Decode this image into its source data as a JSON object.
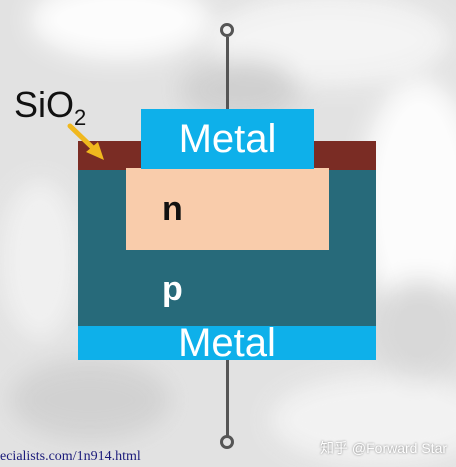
{
  "labels": {
    "top_metal": "Metal",
    "bottom_metal": "Metal",
    "n_region": "n",
    "p_region": "p",
    "oxide_text": "SiO",
    "oxide_subscript": "2"
  },
  "footer": {
    "source_url": "ecialists.com/1n914.html",
    "watermark": "知乎 @Forward Star"
  },
  "colors": {
    "metal": "#0eb0ea",
    "oxide": "#7a2c24",
    "p_region": "#276a7a",
    "n_region": "#f9ccab",
    "arrow": "#f0b81e",
    "wire": "#555555"
  }
}
